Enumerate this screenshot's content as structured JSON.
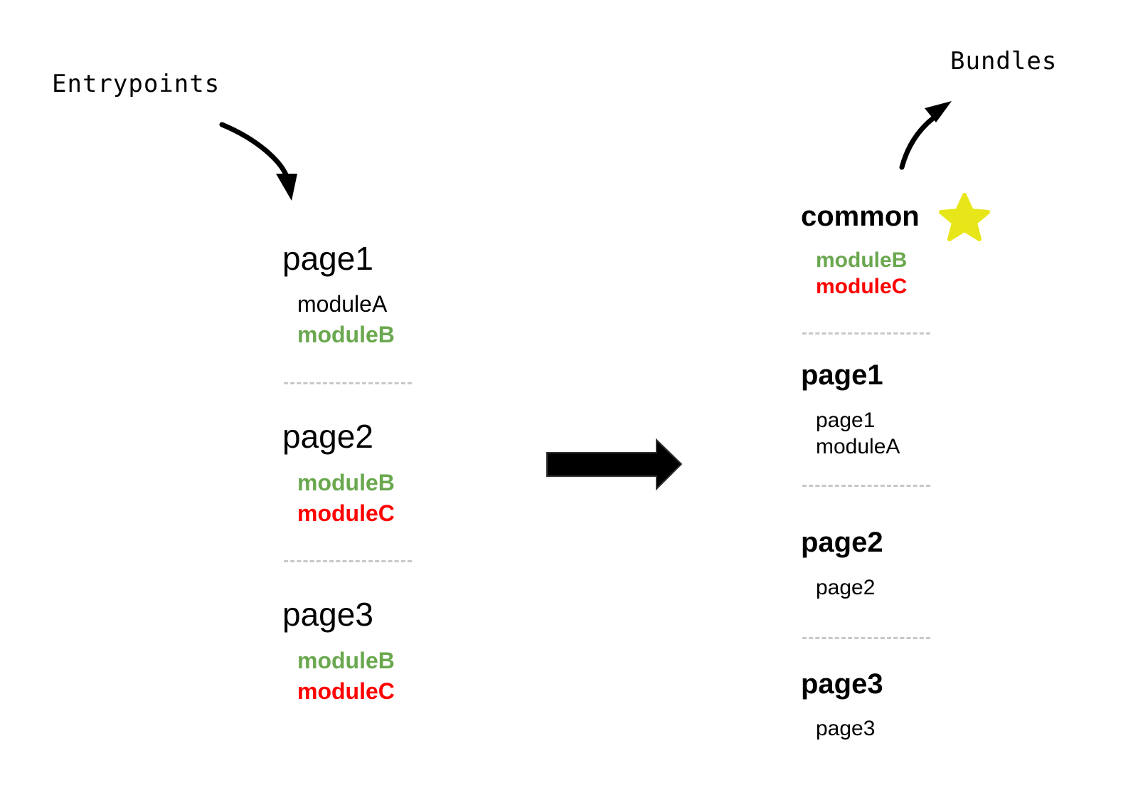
{
  "labels": {
    "entrypoints": "Entrypoints",
    "bundles": "Bundles"
  },
  "entrypoints": [
    {
      "title": "page1",
      "modules": [
        "moduleA",
        "moduleB"
      ]
    },
    {
      "title": "page2",
      "modules": [
        "moduleB",
        "moduleC"
      ]
    },
    {
      "title": "page3",
      "modules": [
        "moduleB",
        "moduleC"
      ]
    }
  ],
  "bundles": [
    {
      "title": "common",
      "modules": [
        "moduleB",
        "moduleC"
      ]
    },
    {
      "title": "page1",
      "modules": [
        "page1",
        "moduleA"
      ]
    },
    {
      "title": "page2",
      "modules": [
        "page2"
      ]
    },
    {
      "title": "page3",
      "modules": [
        "page3"
      ]
    }
  ],
  "colors": {
    "moduleB": "#6aa84f",
    "moduleC": "#ff0000",
    "star": "#e6e619",
    "divider": "#c8c8c8"
  },
  "icons": {
    "star": "star-icon",
    "transform_arrow": "right-arrow-icon"
  }
}
